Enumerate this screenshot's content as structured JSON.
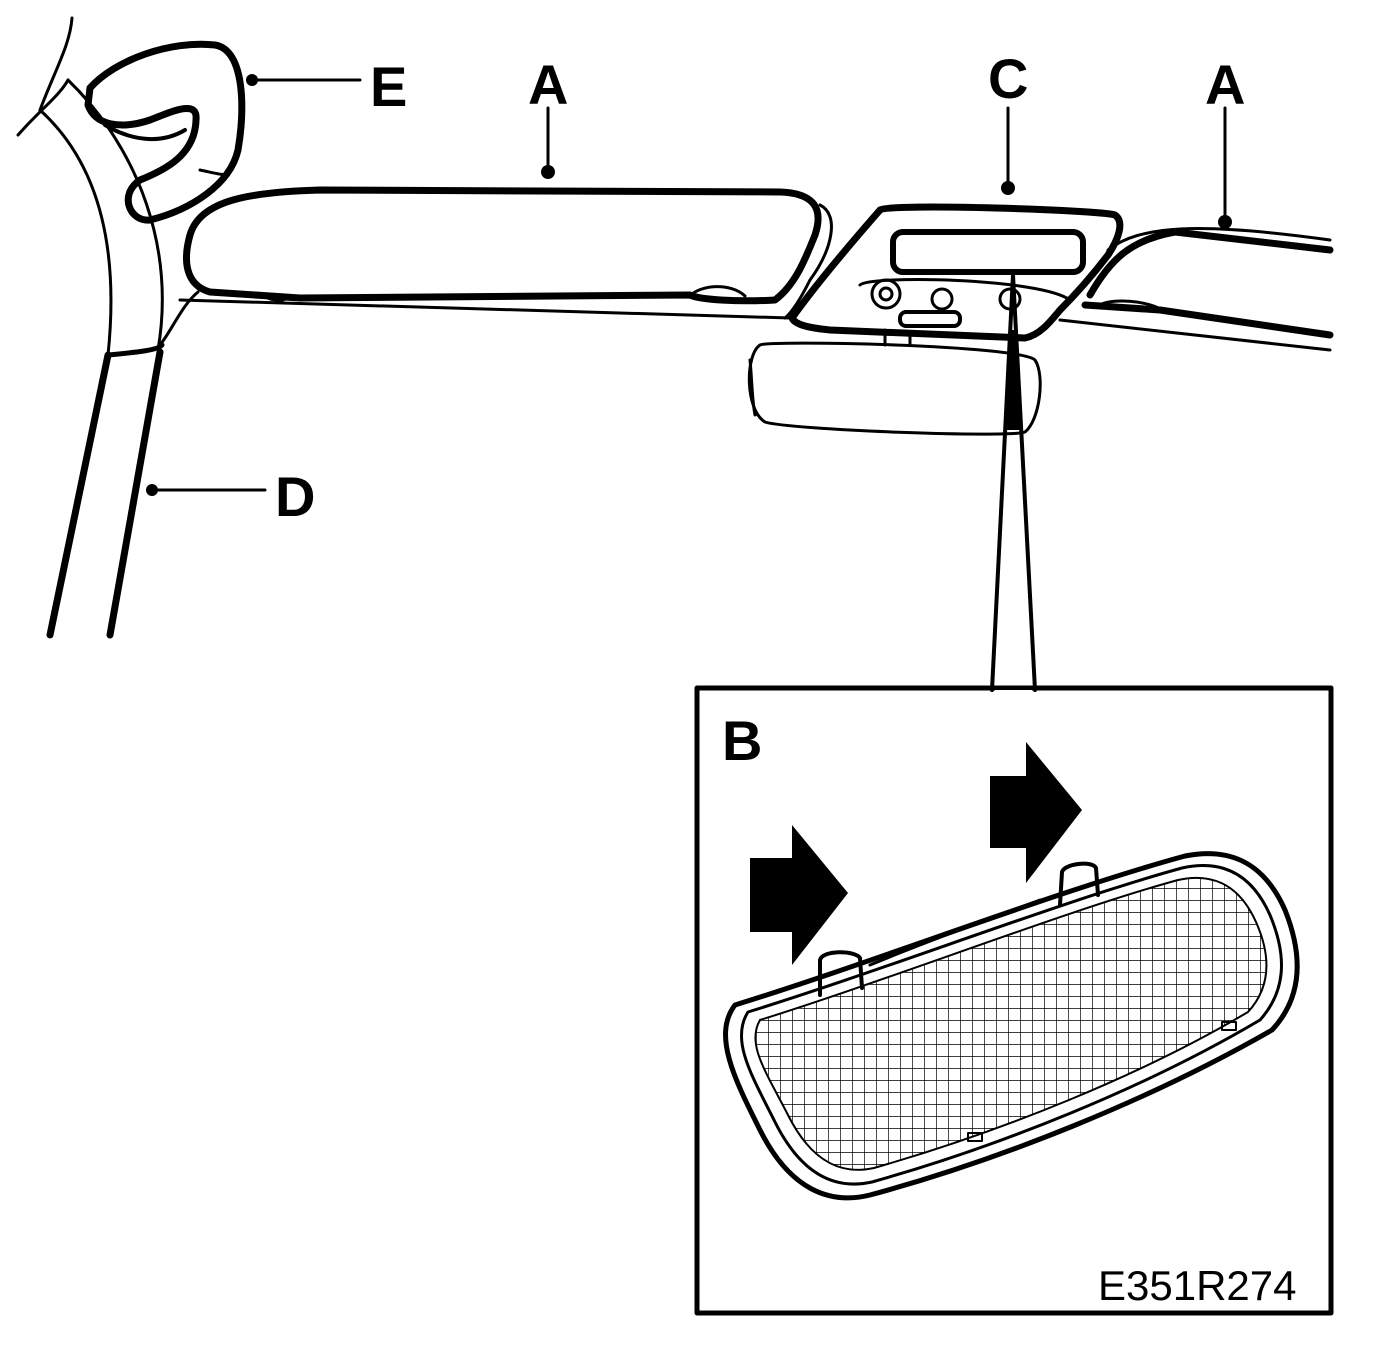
{
  "callouts": {
    "a_left": "A",
    "a_right": "A",
    "b": "B",
    "c": "C",
    "d": "D",
    "e": "E"
  },
  "figure_code": "E351R274",
  "colors": {
    "ink": "#000000",
    "paper": "#ffffff"
  }
}
